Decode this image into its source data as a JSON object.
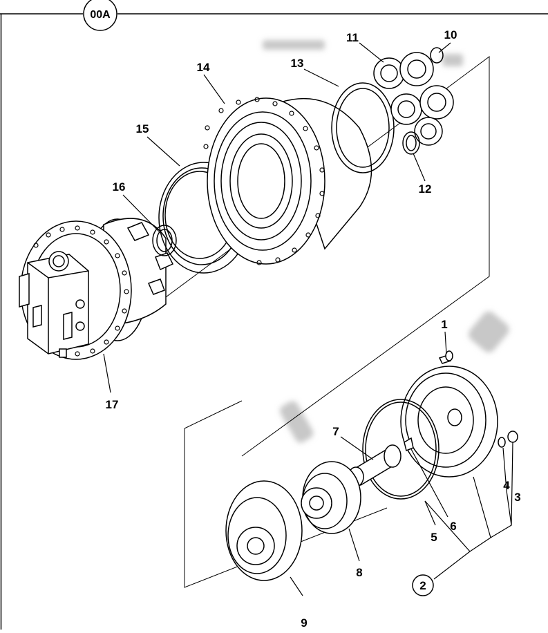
{
  "diagram": {
    "section_tag": "00A",
    "callouts": {
      "c1": "1",
      "c2": "2",
      "c3": "3",
      "c4": "4",
      "c5": "5",
      "c6": "6",
      "c7": "7",
      "c8": "8",
      "c9": "9",
      "c10": "10",
      "c11": "11",
      "c12": "12",
      "c13": "13",
      "c14": "14",
      "c15": "15",
      "c16": "16",
      "c17": "17"
    }
  },
  "colors": {
    "ink": "#000000",
    "paper": "#ffffff",
    "blur": "#c8c8c8"
  }
}
